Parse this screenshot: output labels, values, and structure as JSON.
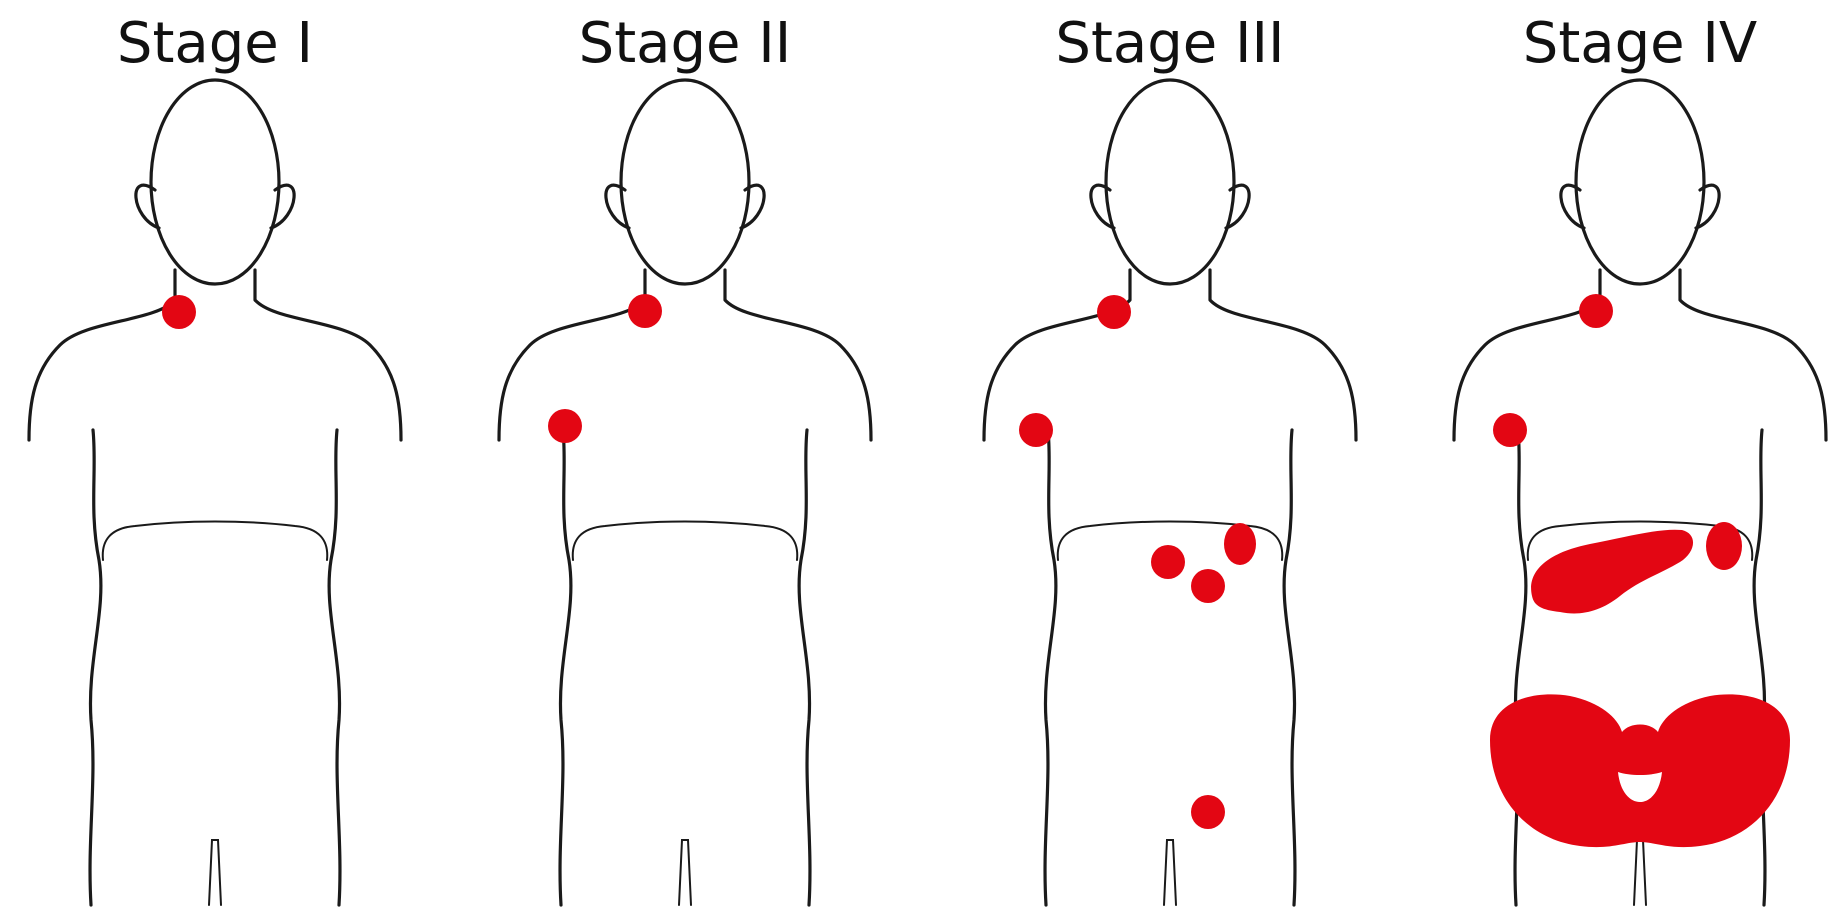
{
  "stages": [
    {
      "title": "Stage I",
      "lesions": [
        "neck-node"
      ]
    },
    {
      "title": "Stage II",
      "lesions": [
        "neck-node",
        "axilla-node"
      ]
    },
    {
      "title": "Stage III",
      "lesions": [
        "neck-node",
        "axilla-node",
        "spleen-nodes",
        "groin-node"
      ]
    },
    {
      "title": "Stage IV",
      "lesions": [
        "neck-node",
        "axilla-node",
        "liver",
        "spleen",
        "bone-marrow"
      ]
    }
  ],
  "colors": {
    "outline": "#1a1a1a",
    "lesion": "#e30613",
    "background": "#ffffff"
  }
}
